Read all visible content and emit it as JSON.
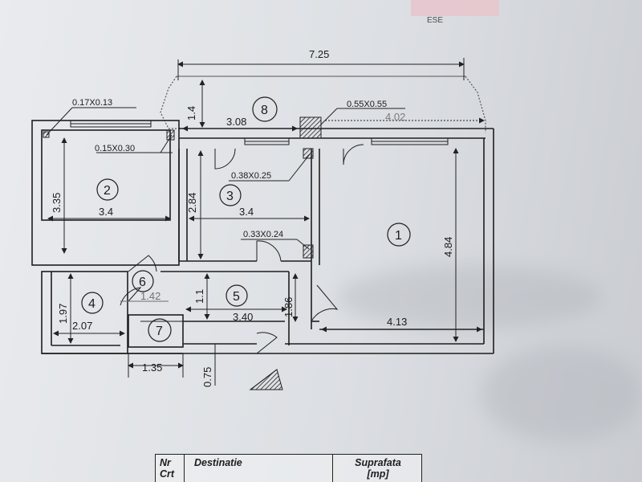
{
  "plan": {
    "dims": {
      "total_width": "7.25",
      "balcony_depth": "1.4",
      "room8_width": "3.08",
      "room1_inner_width": "4.02",
      "room2_height": "3.35",
      "room2_width": "3.4",
      "room3_height": "2.84",
      "room3_width": "3.4",
      "room1_height": "4.84",
      "room1_width": "4.13",
      "room4_height": "1.97",
      "room4_width": "2.07",
      "room5_height": "1.1",
      "room5_width": "3.40",
      "room5_door_height": "1.86",
      "hall_diag": "1.42",
      "room7_width": "1.35",
      "entry_depth": "0.75"
    },
    "column_labels": {
      "c1": "0.17X0.13",
      "c2": "0.15X0.30",
      "c3": "0.55X0.55",
      "c4": "0.38X0.25",
      "c5": "0.33X0.24"
    },
    "room_numbers": [
      "1",
      "2",
      "3",
      "4",
      "5",
      "6",
      "7",
      "8"
    ]
  },
  "stamp_text": "ESE",
  "table": {
    "headers": [
      "Nr\nCrt",
      "Destinatie",
      "Suprafata\n[mp]"
    ]
  }
}
